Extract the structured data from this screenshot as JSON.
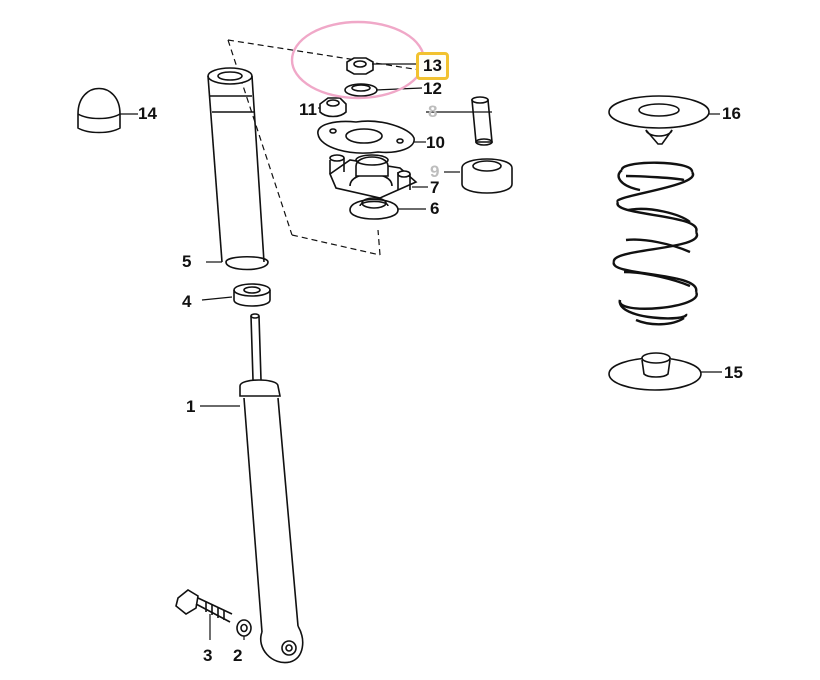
{
  "diagram": {
    "colors": {
      "ink": "#111111",
      "dim_label": "#bdbdbd",
      "highlight_box": "#f2c230",
      "highlight_ellipse": "#f0a8c8"
    },
    "selected_callout": "13",
    "callouts": [
      {
        "id": "c1",
        "label": "1",
        "state": "normal"
      },
      {
        "id": "c2",
        "label": "2",
        "state": "normal"
      },
      {
        "id": "c3",
        "label": "3",
        "state": "normal"
      },
      {
        "id": "c4",
        "label": "4",
        "state": "normal"
      },
      {
        "id": "c5",
        "label": "5",
        "state": "normal"
      },
      {
        "id": "c6",
        "label": "6",
        "state": "normal"
      },
      {
        "id": "c7",
        "label": "7",
        "state": "normal"
      },
      {
        "id": "c8",
        "label": "8",
        "state": "dim"
      },
      {
        "id": "c9",
        "label": "9",
        "state": "dim"
      },
      {
        "id": "c10",
        "label": "10",
        "state": "normal"
      },
      {
        "id": "c11",
        "label": "11",
        "state": "normal"
      },
      {
        "id": "c12",
        "label": "12",
        "state": "normal"
      },
      {
        "id": "c13",
        "label": "13",
        "state": "selected"
      },
      {
        "id": "c14",
        "label": "14",
        "state": "normal"
      },
      {
        "id": "c15",
        "label": "15",
        "state": "normal"
      },
      {
        "id": "c16",
        "label": "16",
        "state": "normal"
      }
    ]
  }
}
